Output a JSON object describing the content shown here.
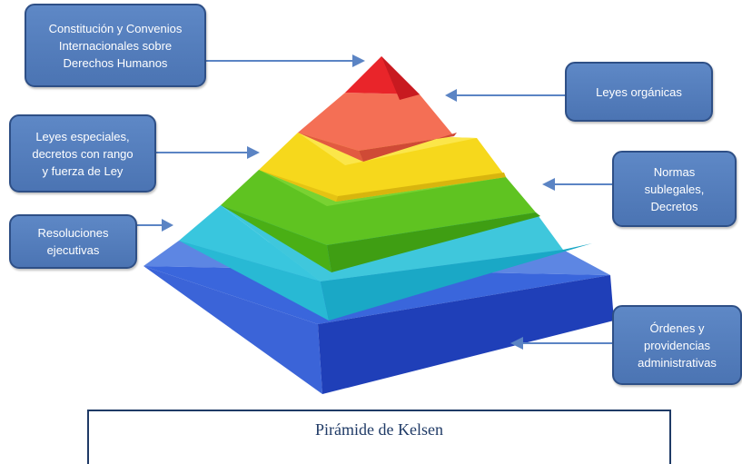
{
  "diagram": {
    "caption": "Pirámide de Kelsen",
    "callouts": {
      "constitucion": [
        "Constitución y Convenios",
        "Internacionales sobre",
        "Derechos Humanos"
      ],
      "organicas": [
        "Leyes orgánicas"
      ],
      "especiales": [
        "Leyes especiales,",
        "decretos con rango",
        "y fuerza de Ley"
      ],
      "sublegales": [
        "Normas",
        "sublegales,",
        "Decretos"
      ],
      "resoluciones": [
        "Resoluciones",
        "ejecutivas"
      ],
      "ordenes": [
        "Órdenes y",
        "providencias",
        "administrativas"
      ]
    },
    "levels": [
      {
        "name": "Constitución y Convenios Internacionales sobre Derechos Humanos",
        "color": "#e8282d"
      },
      {
        "name": "Leyes orgánicas",
        "color": "#f26a4f"
      },
      {
        "name": "Leyes especiales, decretos con rango y fuerza de Ley",
        "color": "#f6dd1f"
      },
      {
        "name": "Normas sublegales, Decretos",
        "color": "#69c520"
      },
      {
        "name": "Resoluciones ejecutivas",
        "color": "#2cc4d6"
      },
      {
        "name": "Órdenes y providencias administrativas",
        "color": "#2f56cf"
      }
    ],
    "arrow_color": "#5b84c4"
  }
}
